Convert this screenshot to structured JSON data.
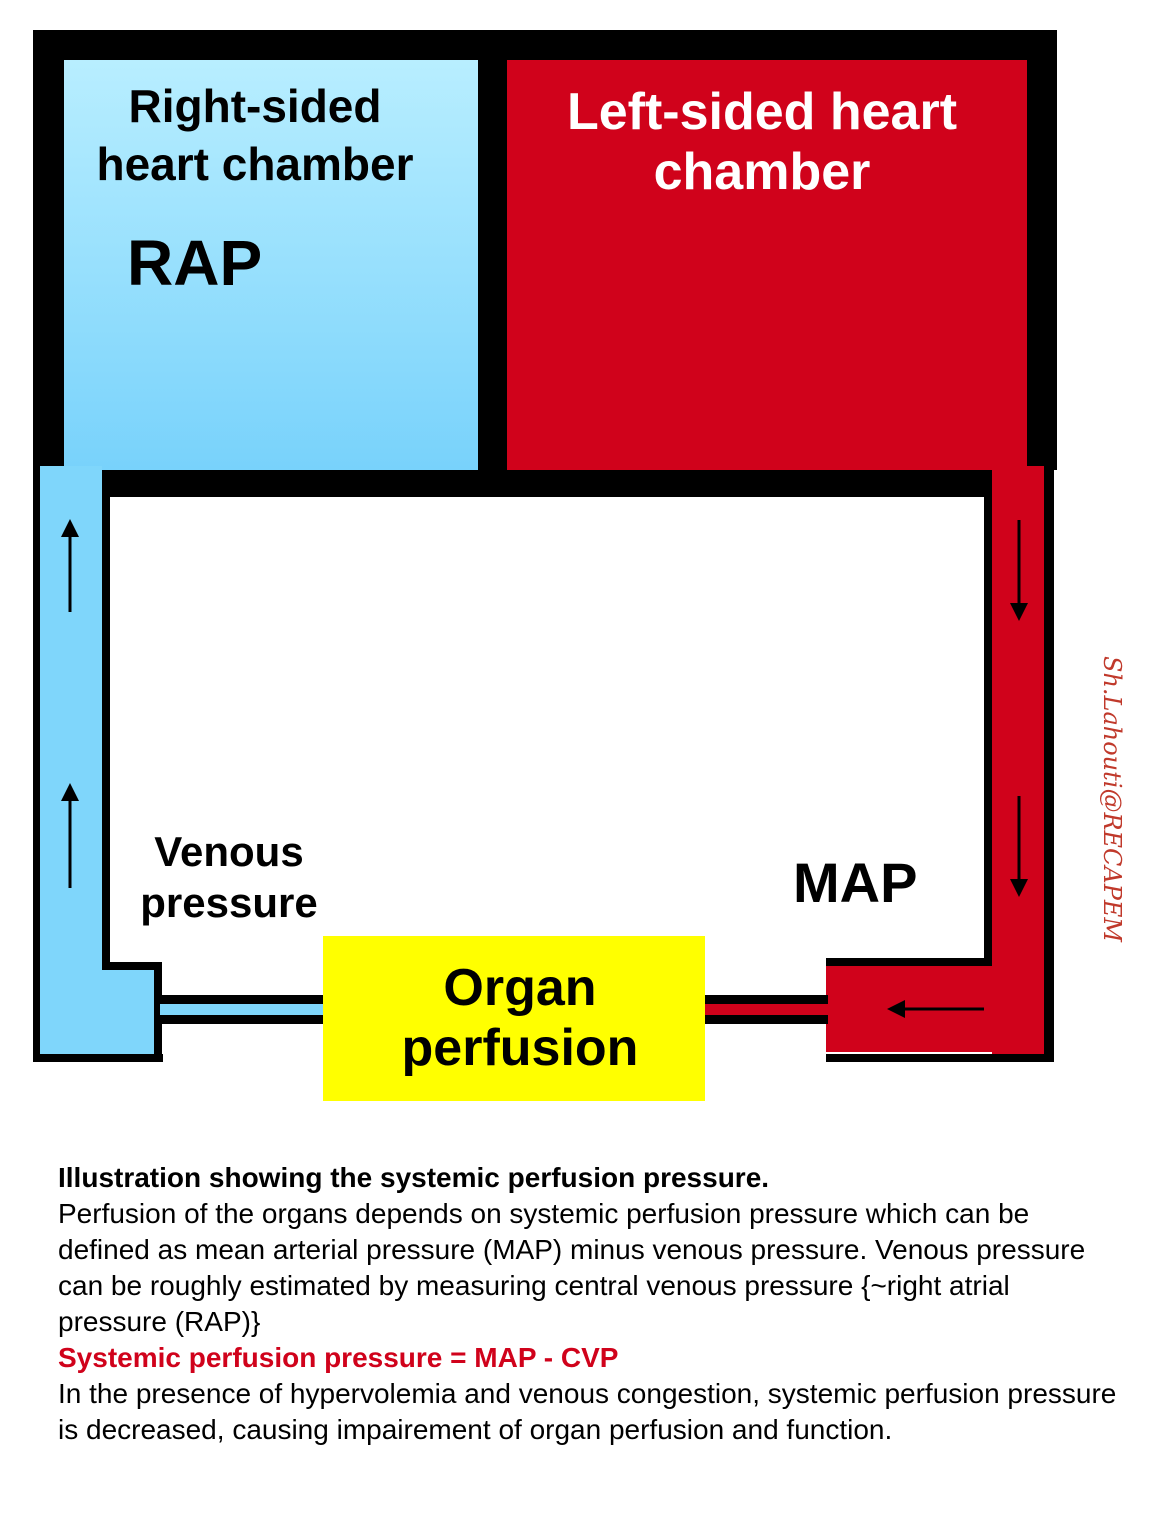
{
  "diagram": {
    "right_chamber": {
      "label_lines": [
        "Right-sided",
        "heart chamber"
      ],
      "pressure_label": "RAP",
      "color": "#7fd6fb"
    },
    "left_chamber": {
      "label_lines": [
        "Left-sided heart",
        "chamber"
      ],
      "color": "#d0021b"
    },
    "venous_label_lines": [
      "Venous",
      "pressure"
    ],
    "arterial_label": "MAP",
    "organ_box": {
      "label_lines": [
        "Organ",
        "perfusion"
      ],
      "color": "#ffff00"
    },
    "signature": "Sh.Lahouti@RECAPEM"
  },
  "caption": {
    "title": "Illustration showing the systemic perfusion pressure.",
    "body_1": "Perfusion of the organs depends on systemic perfusion pressure which can be defined as mean arterial pressure (MAP) minus venous pressure. Venous pressure can be roughly estimated by measuring central venous pressure {~right atrial pressure (RAP)}",
    "formula": "Systemic perfusion pressure = MAP - CVP",
    "body_2": "In the presence of hypervolemia and venous congestion, systemic perfusion pressure is decreased, causing impairement of organ perfusion and function."
  }
}
